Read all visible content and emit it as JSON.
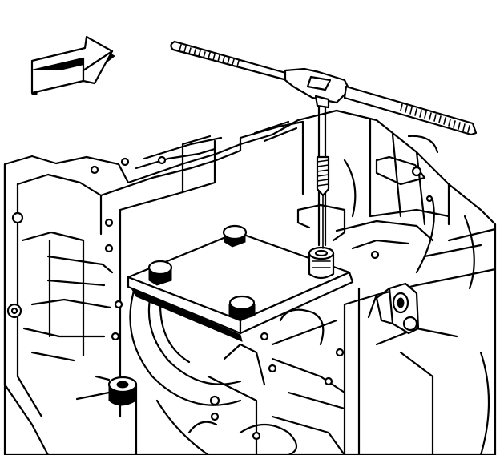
{
  "figure": {
    "background_color": "#ffffff",
    "line_color": "#000000",
    "components": [
      "direction-arrow",
      "tap-wrench",
      "tap",
      "engine-block",
      "bolt-plate",
      "bolt-heads",
      "threaded-insert",
      "side-bracket",
      "rubber-grommet"
    ]
  }
}
